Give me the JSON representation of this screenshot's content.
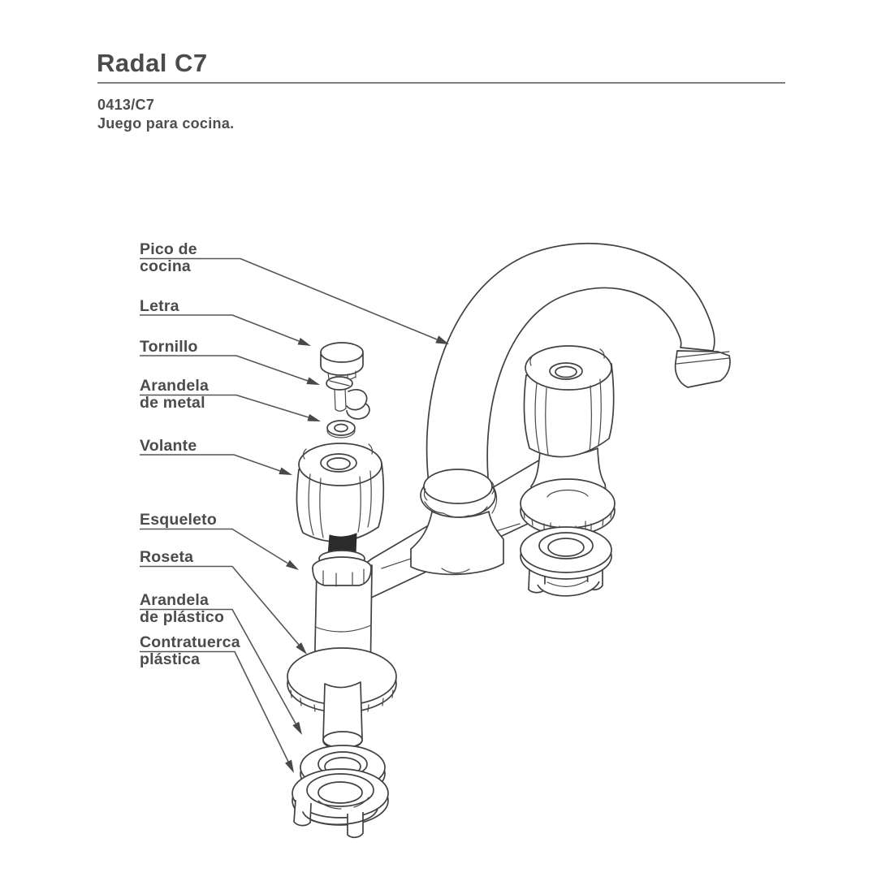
{
  "header": {
    "title": "Radal C7",
    "code": "0413/C7",
    "subtitle": "Juego para cocina."
  },
  "labels": {
    "pico_1": "Pico de",
    "pico_2": "cocina",
    "letra": "Letra",
    "tornillo": "Tornillo",
    "arandela_metal_1": "Arandela",
    "arandela_metal_2": "de metal",
    "volante": "Volante",
    "esqueleto": "Esqueleto",
    "roseta": "Roseta",
    "arandela_plastico_1": "Arandela",
    "arandela_plastico_2": "de plástico",
    "contratuerca_1": "Contratuerca",
    "contratuerca_2": "plástica"
  },
  "colors": {
    "background": "#ffffff",
    "text": "#4a4b4d",
    "line_art": "#404143",
    "leader_line": "#555658",
    "header_rule": "#7d7e80"
  }
}
